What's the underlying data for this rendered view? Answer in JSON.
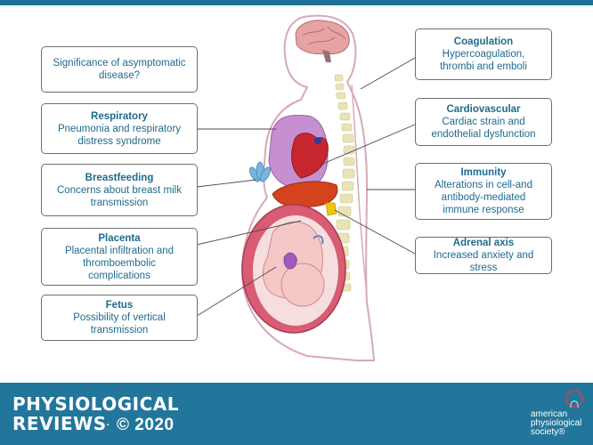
{
  "left_boxes": [
    {
      "title": "",
      "text": "Significance of asymptomatic\ndisease?"
    },
    {
      "title": "Respiratory",
      "text": "Pneumonia and respiratory\ndistress syndrome"
    },
    {
      "title": "Breastfeeding",
      "text": "Concerns about breast milk\ntransmission"
    },
    {
      "title": "Placenta",
      "text": "Placental infiltration and\nthromboembolic\ncomplications"
    },
    {
      "title": "Fetus",
      "text": "Possibility of vertical\ntransmission"
    }
  ],
  "right_boxes": [
    {
      "title": "Coagulation",
      "text": "Hypercoagulation,\nthrombi and emboli"
    },
    {
      "title": "Cardiovascular",
      "text": "Cardiac strain and\nendothelial dysfunction"
    },
    {
      "title": "Immunity",
      "text": "Alterations in cell-and\nantibody-mediated\nimmune response"
    },
    {
      "title": "Adrenal axis",
      "text": "Increased anxiety and stress"
    }
  ],
  "footer": {
    "journal_line1": "PHYSIOLOGICAL",
    "journal_line2": "REVIEWS",
    "copyright": "© 2020",
    "society": "american\nphysiological\nsociety®"
  },
  "colors": {
    "accent": "#1f6a8d",
    "footer_bg": "#23769b",
    "body_outline": "#d7a9b8",
    "lung": "#c68fd0",
    "heart": "#c8262e",
    "liver": "#d4431e",
    "adrenal": "#f1c40f",
    "uterus": "#d95c74",
    "fetus": "#f6c7c7",
    "spine": "#e9e3b6"
  }
}
